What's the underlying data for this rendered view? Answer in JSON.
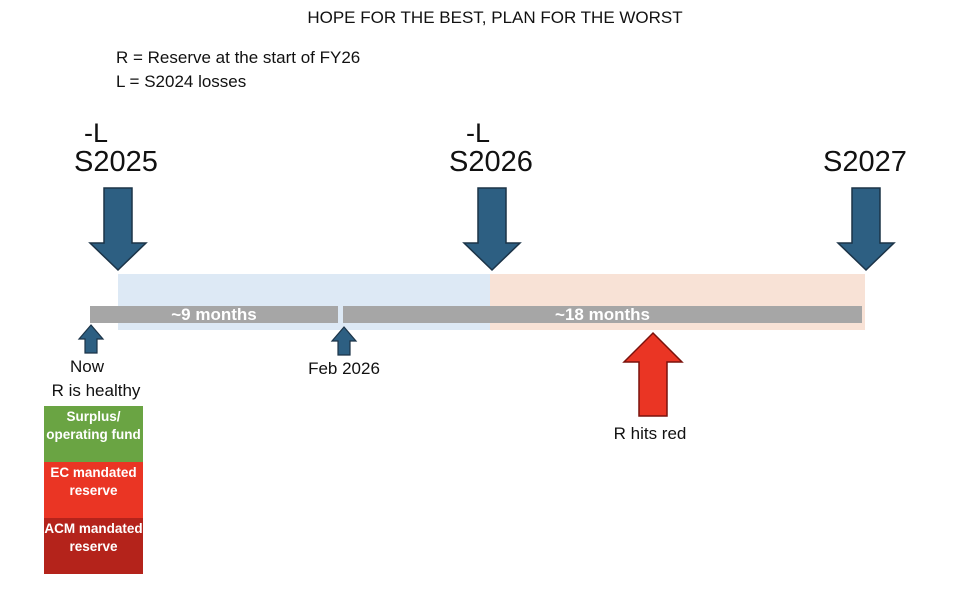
{
  "title": "HOPE FOR THE BEST, PLAN FOR THE WORST",
  "definitions": [
    "R = Reserve at the start of FY26",
    "L = S2024 losses"
  ],
  "sessions": [
    {
      "label": "S2025",
      "minus": "-L"
    },
    {
      "label": "S2026",
      "minus": "-L"
    },
    {
      "label": "S2027",
      "minus": ""
    }
  ],
  "durations": [
    "~9 months",
    "~18 months"
  ],
  "markers": {
    "now": [
      "Now",
      "R is healthy"
    ],
    "feb": "Feb 2026",
    "red": "R hits red"
  },
  "reserve_stack": [
    {
      "label": "Surplus/ operating fund",
      "color": "#6aa443"
    },
    {
      "label": "EC mandated reserve",
      "color": "#ea3524"
    },
    {
      "label": "ACM mandated reserve",
      "color": "#b4231b"
    }
  ],
  "colors": {
    "arrow": "#2d5f82",
    "arrow_outline": "#1b3347",
    "band_blue": "#dde9f5",
    "band_peach": "#f8e2d6",
    "track": "#a6a6a6",
    "red_arrow": "#ea3524"
  }
}
